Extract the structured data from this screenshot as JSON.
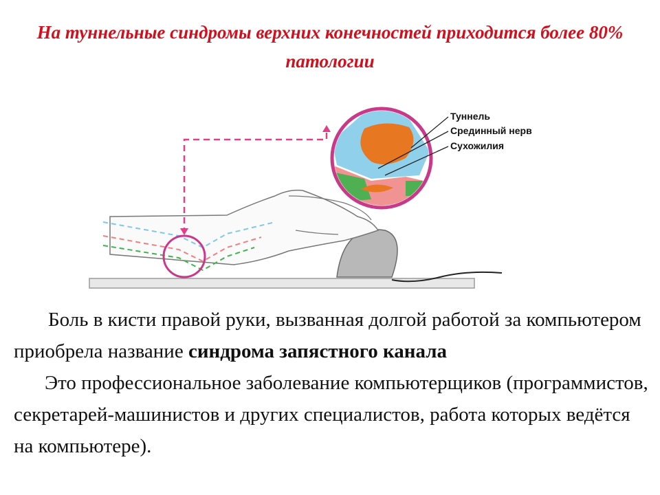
{
  "slide": {
    "title": "На туннельные синдромы  верхних конечностей приходится более 80% патологии"
  },
  "figure": {
    "labels": [
      "Туннель",
      "Срединный нерв",
      "Сухожилия"
    ],
    "colors": {
      "magnifier_ring": "#c8398a",
      "arrow": "#e0408a",
      "bone": "#e87722",
      "tunnel_blue": "#7ec8e8",
      "tendon_pink": "#f08080",
      "tendon_green": "#3cb44b"
    }
  },
  "text": {
    "p1_start": "Боль в кисти правой руки, вызванная долгой работой за компьютером приобрела название ",
    "p1_bold": "синдрома запястного канала",
    "p2": "Это профессиональное заболевание компьютерщиков (программистов, секретарей-машинистов и других специалистов, работа которых ведётся на компьютере)."
  }
}
